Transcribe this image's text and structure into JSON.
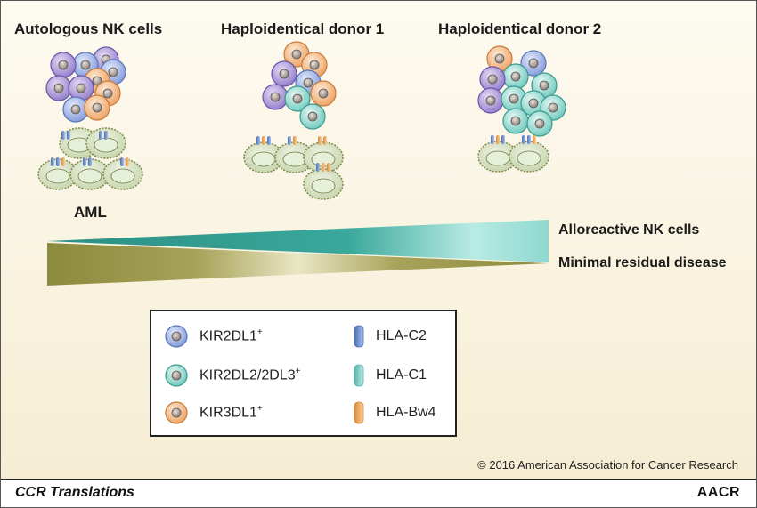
{
  "panels": [
    {
      "title": "Autologous NK cells",
      "sublabel": "AML"
    },
    {
      "title": "Haploidentical donor 1"
    },
    {
      "title": "Haploidentical donor 2"
    }
  ],
  "gradient_labels": {
    "top": "Alloreactive NK cells",
    "bottom": "Minimal residual disease"
  },
  "legend": {
    "cells": [
      {
        "name": "KIR2DL1",
        "sup": "+",
        "color": "#8d7fd0"
      },
      {
        "name": "KIR2DL2/2DL3",
        "sup": "+",
        "color": "#4fbfb5"
      },
      {
        "name": "KIR3DL1",
        "sup": "+",
        "color": "#eda15a"
      }
    ],
    "ligands": [
      {
        "name": "HLA-C2",
        "color": "#6f8fce"
      },
      {
        "name": "HLA-C1",
        "color": "#7fcfc5"
      },
      {
        "name": "HLA-Bw4",
        "color": "#eda15a"
      }
    ]
  },
  "colors": {
    "purple_cell": "#9a86cf",
    "blue_cell": "#8fa6e0",
    "teal_cell": "#8dd6cc",
    "orange_cell": "#f2b173",
    "aml_cell": "#cfdcb8",
    "teal_wedge": "#3aa89c",
    "olive_wedge": "#9c9650"
  },
  "copyright": "© 2016 American Association for Cancer Research",
  "footer": {
    "left": "CCR Translations",
    "right": "AACR"
  }
}
